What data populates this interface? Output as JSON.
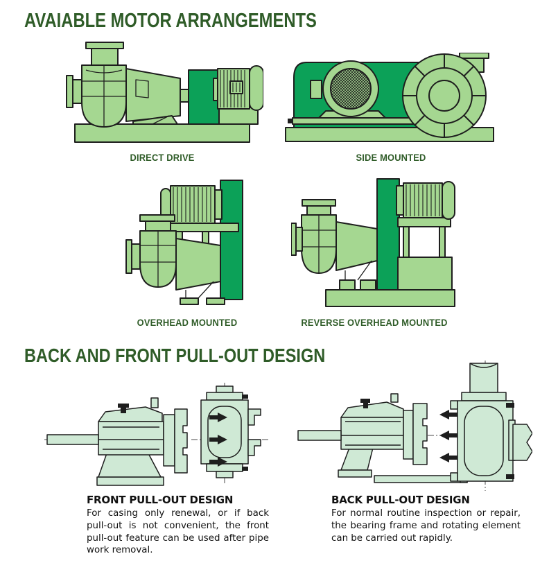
{
  "sections": {
    "motor_arrangements": {
      "title": "AVAIABLE MOTOR ARRANGEMENTS",
      "items": [
        {
          "label": "DIRECT DRIVE"
        },
        {
          "label": "SIDE MOUNTED"
        },
        {
          "label": "OVERHEAD MOUNTED"
        },
        {
          "label": "REVERSE OVERHEAD MOUNTED"
        }
      ]
    },
    "pull_out": {
      "title": "BACK AND FRONT PULL-OUT DESIGN",
      "items": [
        {
          "heading": "FRONT PULL-OUT DESIGN",
          "body": "For casing only renewal, or if back pull-out is not convenient, the front pull-out feature can be used after pipe work removal."
        },
        {
          "heading": "BACK PULL-OUT DESIGN",
          "body": "For normal routine inspection or repair, the bearing frame and rotating element can be carried out rapidly."
        }
      ]
    }
  },
  "colors": {
    "heading_green": "#2f5c28",
    "machine_light_green": "#a5d791",
    "machine_dark_green": "#0ca158",
    "section_pale_green": "#cfe9d5",
    "outline_dark": "#1e1e1e",
    "text_black": "#111111",
    "background": "#ffffff"
  }
}
